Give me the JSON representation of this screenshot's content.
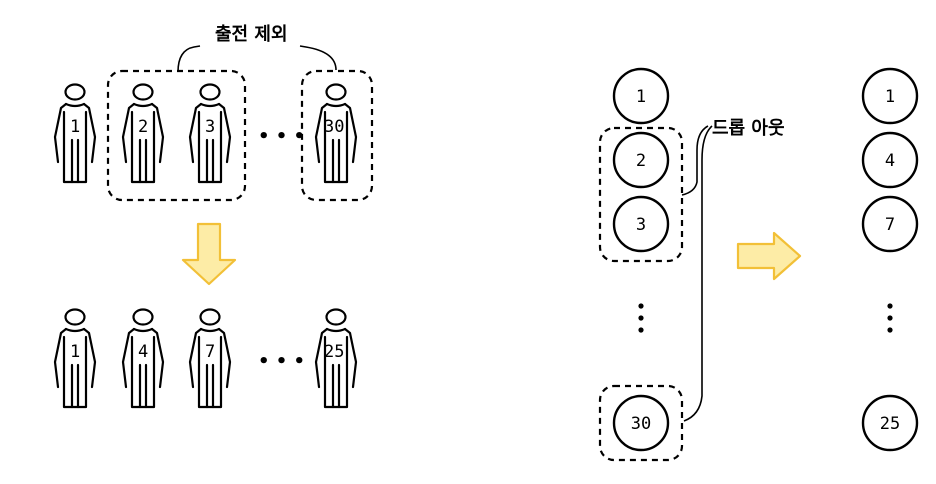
{
  "left": {
    "label": "출전 제외",
    "top_row": [
      "1",
      "2",
      "3",
      "30"
    ],
    "bottom_row": [
      "1",
      "4",
      "7",
      "25"
    ],
    "ellipsis": "• • •"
  },
  "right": {
    "label": "드롭 아웃",
    "before": [
      "1",
      "2",
      "3",
      "30"
    ],
    "after": [
      "1",
      "4",
      "7",
      "25"
    ]
  },
  "colors": {
    "arrow_fill": "#fdeca6",
    "arrow_stroke": "#f2c037",
    "ink": "#000000"
  }
}
